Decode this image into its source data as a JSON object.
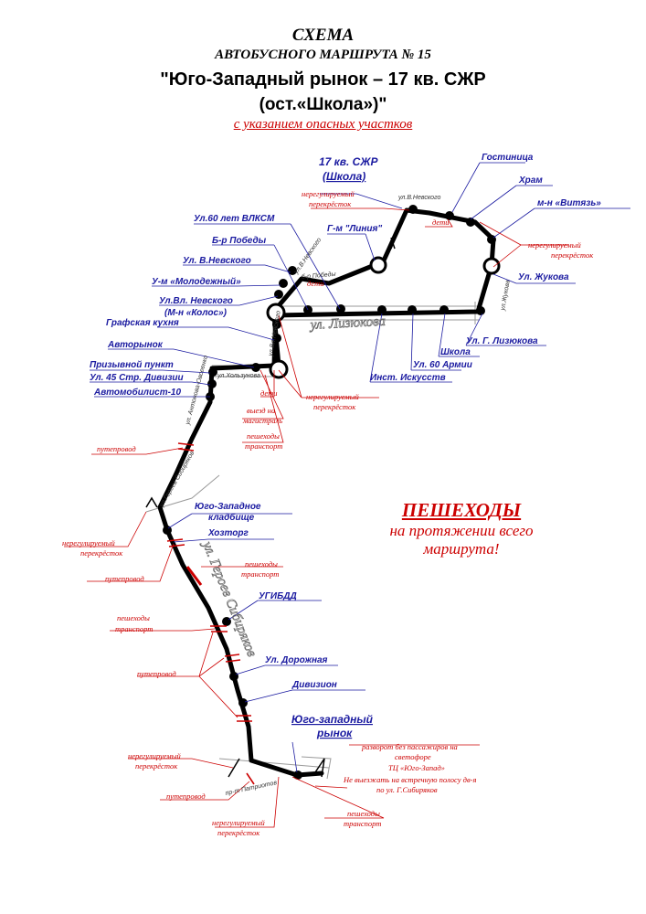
{
  "header": {
    "title": "СХЕМА",
    "subtitle": "АВТОБУСНОГО МАРШРУТА № 15",
    "route_name": "\"Юго-Западный рынок – 17 кв. СЖР",
    "route_name_2": "(ост.«Школа»)\"",
    "note": "с указанием опасных участков"
  },
  "pedestrians_note": {
    "line1": "ПЕШЕХОДЫ",
    "line2": "на протяжении всего",
    "line3": "маршрута!"
  },
  "terminal_top": {
    "line1": "17 кв. СЖР",
    "line2": "(Школа)"
  },
  "terminal_bottom": {
    "line1": "Юго-западный",
    "line2": "рынок"
  },
  "stops": {
    "gostinitsa": "Гостиница",
    "khram": "Храм",
    "vityaz": "м-н «Витязь»",
    "zhukova": "Ул. Жукова",
    "lizyukova": "Ул. Г. Лизюкова",
    "shkola": "Школа",
    "armii60": "Ул. 60 Армии",
    "iskusstv": "Инст. Искусств",
    "vlksm": "Ул.60 лет ВЛКСМ",
    "pobedy": "Б-р Победы",
    "nevskogo": "Ул. В.Невского",
    "liniya": "Г-м \"Линия\"",
    "molodezhny": "У-м «Молодежный»",
    "vl_nevskogo": "Ул.Вл. Невского",
    "kolos": "(М-н «Колос»)",
    "grafskaya": "Графская кухня",
    "avtorynok": "Авторынок",
    "prizyvnoy": "Призывной пункт",
    "divizii45": "Ул. 45 Стр. Дивизии",
    "avtomobilist": "Автомобилист-10",
    "kladbishche1": "Юго-Западное",
    "kladbishche2": "кладбище",
    "khoztorg": "Хозторг",
    "ugibdd": "УГИБДД",
    "dorozhnaya": "Ул. Дорожная",
    "divizion": "Дивизион"
  },
  "warnings": {
    "unreg": "нерегулируемый",
    "crossing": "перекрёсток",
    "unreg2": "нерегулируемый",
    "crossing2": "перекрёсток",
    "deti_top": "дети",
    "deti_mid": "дети",
    "deti_left": "дети",
    "exit": "выезд на",
    "main_road": "магистраль",
    "ped": "пешеходы",
    "transport": "транспорт",
    "overpass": "путепровод",
    "unreg_l1": "нерегулируемый",
    "crossing_l1": "перекрёсток",
    "overpass_l2": "путепровод",
    "ped2": "пешеходы",
    "transport2": "транспорт",
    "ped3": "пешеходы",
    "transport3": "транспорт",
    "overpass3": "путепровод",
    "unreg_b1": "нерегулируемый",
    "crossing_b1": "перекрёсток",
    "overpass4": "путепровод",
    "unreg_b2": "нерегулируемый",
    "crossing_b2": "перекрёсток",
    "ped4": "пешеходы",
    "transport4": "транспорт",
    "unreg_right": "нерегулируемый",
    "crossing_right": "перекрёсток",
    "unreg_top": "нерегулируемый",
    "crossing_top": "перекрёсток",
    "uturn1": "разворот без пассажиров на",
    "uturn2": "светофоре",
    "uturn3": "ТЦ «Юго-Запад»",
    "uturn4": "Не выезжать на встречную полосу дв-я",
    "uturn5": "по ул. Г.Сибиряков"
  },
  "streets": {
    "v_nevskogo": "ул.В.Невского",
    "v_nevskogo2": "ул.В.Невского",
    "lizyukova_big": "ул. Лизюкова",
    "pobedy_street": "б-р Победы",
    "khol_zunova": "ул.Хользунова",
    "vl_nevskogo_street": "ул.Вл.Невского",
    "zhukova_street": "ул.Жукова",
    "antonova": "ул. Антонова-Овсеенко",
    "geroev": "ул.Героев Сибиряков",
    "geroev_big": "ул. Героев Сибиряков",
    "patriotov": "пр-т Патриотов"
  },
  "colors": {
    "route": "#000000",
    "stop_text": "#1a1aa0",
    "warning": "#cc0000"
  }
}
